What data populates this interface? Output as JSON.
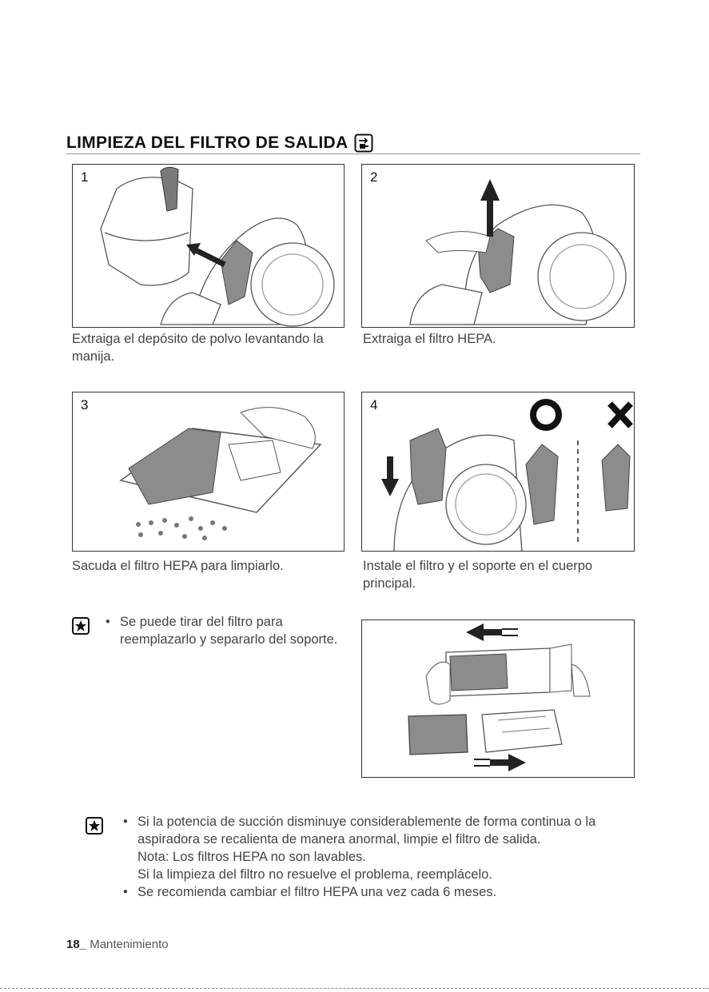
{
  "header": {
    "title": "LIMPIEZA DEL FILTRO DE SALIDA",
    "icon": "plug-icon"
  },
  "steps": [
    {
      "number": "1",
      "caption_line1": "Extraiga el depósito de polvo levantando la",
      "caption_line2": "manija."
    },
    {
      "number": "2",
      "caption_line1": "Extraiga el filtro HEPA.",
      "caption_line2": ""
    },
    {
      "number": "3",
      "caption_line1": "Sacuda el filtro HEPA para limpiarlo.",
      "caption_line2": ""
    },
    {
      "number": "4",
      "caption_line1": "Instale el filtro y el soporte en el cuerpo",
      "caption_line2": "principal."
    }
  ],
  "note1": {
    "icon": "star-note-icon",
    "bullet_line1": "Se puede tirar del filtro para",
    "bullet_line2": "reemplazarlo y separarlo del soporte."
  },
  "note2": {
    "icon": "star-note-icon",
    "bullet1_line1": "Si la potencia de succión disminuye considerablemente de forma continua o la",
    "bullet1_line2": "aspiradora se recalienta de manera anormal, limpie el filtro de salida.",
    "bullet1_line3": "Nota: Los filtros HEPA no son lavables.",
    "bullet1_line4": "Si la limpieza del filtro no resuelve el problema, reemplácelo.",
    "bullet2": "Se recomienda cambiar el filtro HEPA una vez cada 6 meses."
  },
  "footer": {
    "page_number": "18_",
    "section": " Mantenimiento"
  },
  "colors": {
    "text": "#444444",
    "title": "#111111",
    "filter_gray": "#8c8c8c"
  }
}
